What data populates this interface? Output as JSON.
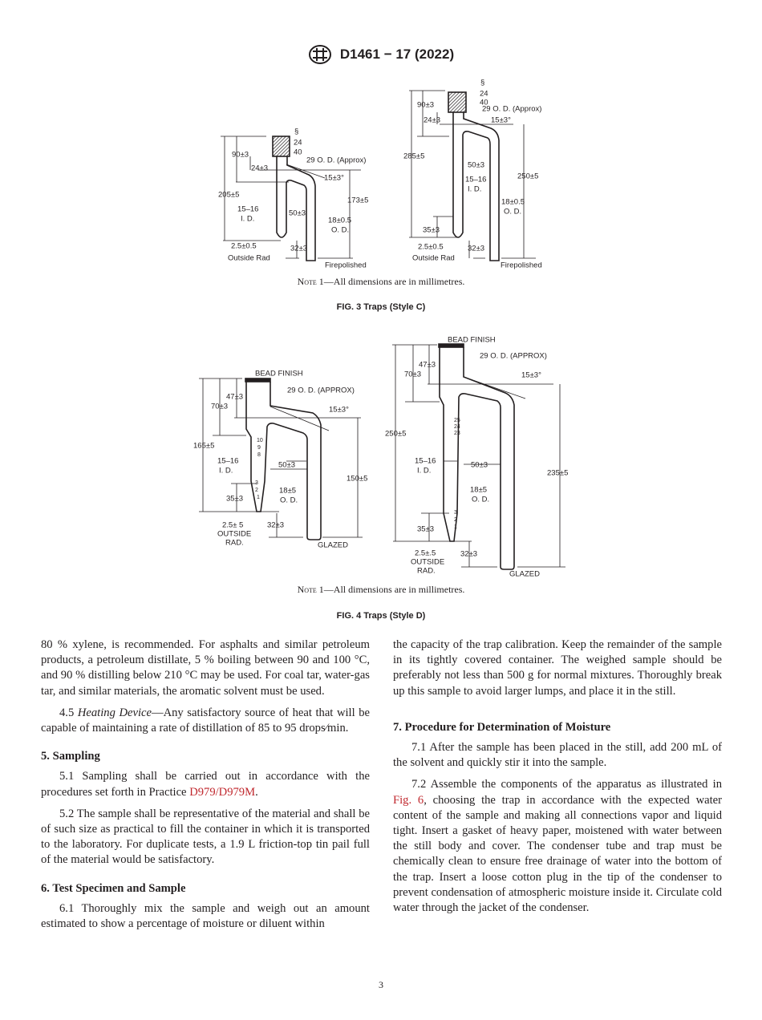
{
  "header": {
    "title": "D1461 − 17 (2022)",
    "logo": "astm-logo"
  },
  "figures": {
    "fig3": {
      "note_prefix": "Note 1",
      "note_text": "—All dimensions are in millimetres.",
      "caption": "FIG. 3 Traps (Style C)",
      "labels": [
        "§",
        "24",
        "40",
        "90±3",
        "24±3",
        "29 O. D. (Approx)",
        "15±3°",
        "205±5",
        "173±5",
        "15–16",
        "I. D.",
        "50±3",
        "18±0.5",
        "O. D.",
        "2.5±0.5",
        "Outside Rad",
        "32±3",
        "Firepolished",
        "§",
        "24",
        "40",
        "90±3",
        "24±3",
        "29 O. D. (Approx)",
        "15±3°",
        "285±5",
        "50±3",
        "15–16",
        "I. D.",
        "250±5",
        "18±0.5",
        "O. D.",
        "35±3",
        "2.5±0.5",
        "Outside Rad",
        "32±3",
        "Firepolished"
      ]
    },
    "fig4": {
      "note_prefix": "Note 1",
      "note_text": "—All dimensions are in millimetres.",
      "caption": "FIG. 4 Traps (Style D)",
      "labels": [
        "BEAD FINISH",
        "29 O. D. (APPROX)",
        "47±3",
        "70±3",
        "15±3°",
        "165±5",
        "10",
        "9",
        "8",
        "15–16",
        "I. D.",
        "50±3",
        "150±5",
        "3",
        "2",
        "1",
        "18±5",
        "O. D.",
        "35±3",
        "2.5± 5",
        "OUTSIDE",
        "RAD.",
        "32±3",
        "GLAZED",
        "BEAD FINISH",
        "29 O. D. (APPROX)",
        "47±3",
        "70±3",
        "15±3°",
        "250±5",
        "25",
        "24",
        "23",
        "15–16",
        "I. D.",
        "50±3",
        "235±5",
        "18±5",
        "O. D.",
        "3",
        "2",
        "1",
        "35±3",
        "2.5±.5",
        "OUTSIDE",
        "RAD.",
        "32±3",
        "GLAZED"
      ]
    }
  },
  "left_column": {
    "p1": "80 % xylene, is recommended. For asphalts and similar petroleum products, a petroleum distillate, 5 % boiling between 90 and 100 °C, and 90 % distilling below 210 °C may be used. For coal tar, water-gas tar, and similar materials, the aromatic solvent must be used.",
    "p45_num": "4.5 ",
    "p45_term": "Heating Device",
    "p45_text": "—Any satisfactory source of heat that will be capable of maintaining a rate of distillation of 85 to 95 drops⁄min.",
    "h5": "5. Sampling",
    "p51_text": "5.1 Sampling shall be carried out in accordance with the procedures set forth in Practice ",
    "p51_link": "D979/D979M",
    "p51_end": ".",
    "p52": "5.2 The sample shall be representative of the material and shall be of such size as practical to fill the container in which it is transported to the laboratory. For duplicate tests, a 1.9 L friction-top tin pail full of the material would be satisfactory.",
    "h6": "6. Test Specimen and Sample",
    "p61": "6.1 Thoroughly mix the sample and weigh out an amount estimated to show a percentage of moisture or diluent within"
  },
  "right_column": {
    "p1": "the capacity of the trap calibration. Keep the remainder of the sample in its tightly covered container. The weighed sample should be preferably not less than 500 g for normal mixtures. Thoroughly break up this sample to avoid larger lumps, and place it in the still.",
    "h7": "7. Procedure for Determination of Moisture",
    "p71": "7.1 After the sample has been placed in the still, add 200 mL of the solvent and quickly stir it into the sample.",
    "p72_a": "7.2 Assemble the components of the apparatus as illustrated in ",
    "p72_link": "Fig. 6",
    "p72_b": ", choosing the trap in accordance with the expected water content of the sample and making all connections vapor and liquid tight. Insert a gasket of heavy paper, moistened with water between the still body and cover. The condenser tube and trap must be chemically clean to ensure free drainage of water into the bottom of the trap. Insert a loose cotton plug in the tip of the condenser to prevent condensation of atmospheric moisture inside it. Circulate cold water through the jacket of the condenser."
  },
  "page_number": "3",
  "colors": {
    "link": "#c0272d",
    "text": "#231f20"
  }
}
